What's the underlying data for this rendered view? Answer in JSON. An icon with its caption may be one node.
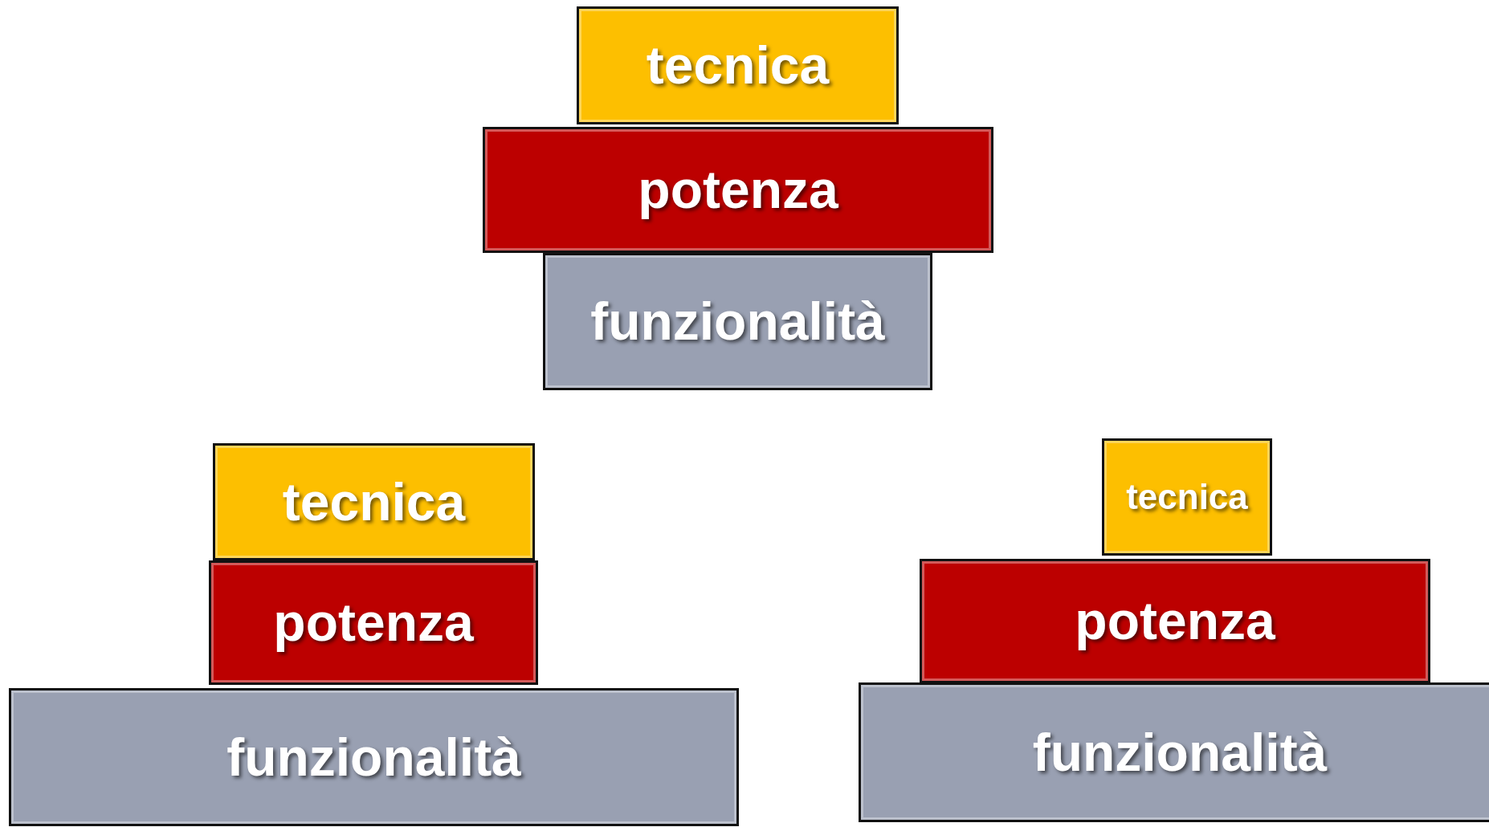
{
  "diagram": {
    "nodes": [
      {
        "text": [
          "tecnica"
        ]
      },
      {
        "text": [
          "potenza"
        ]
      },
      {
        "text": [
          "funzionalità"
        ]
      },
      {
        "text": [
          "tecnica"
        ]
      },
      {
        "text": [
          "potenza"
        ]
      },
      {
        "text": [
          "funzionalità"
        ]
      },
      {
        "text": [
          "tecnica"
        ]
      },
      {
        "text": [
          "potenza"
        ]
      },
      {
        "text": [
          "funzionalità"
        ]
      }
    ]
  }
}
